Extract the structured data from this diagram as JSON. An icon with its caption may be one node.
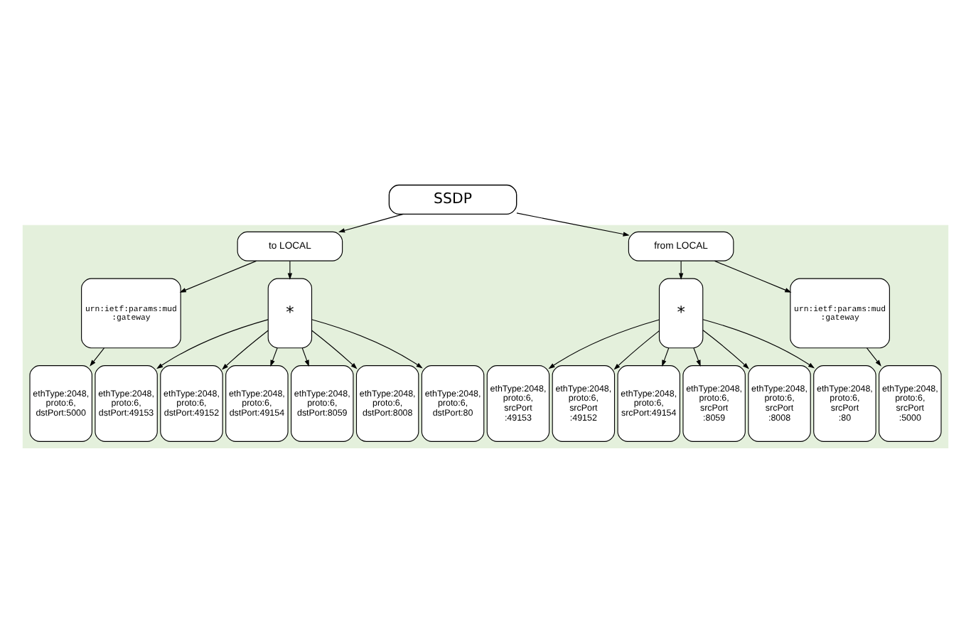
{
  "diagram": {
    "nodes": [
      {
        "text": [
          "SSDP"
        ]
      },
      {
        "text": [],
        "shape": "box"
      },
      {
        "text": [
          "to LOCAL"
        ],
        "in": 1
      },
      {
        "text": [
          "from LOCAL"
        ],
        "in": 1
      },
      {
        "text": [
          "urn:ietf:params:mud :gateway"
        ],
        "in": 1
      },
      {
        "text": [
          "*"
        ],
        "in": 1
      },
      {
        "text": [
          "*"
        ],
        "in": 1
      },
      {
        "text": [
          "urn:ietf:params:mud :gateway"
        ],
        "in": 1
      },
      {
        "text": [
          "ethType:2048, proto:6, dstPort:5000"
        ],
        "in": 1
      },
      {
        "text": [
          "ethType:2048, proto:6, dstPort:49153"
        ],
        "in": 1
      },
      {
        "text": [
          "ethType:2048, proto:6, dstPort:49152"
        ],
        "in": 1
      },
      {
        "text": [
          "ethType:2048, proto:6, dstPort:49154"
        ],
        "in": 1
      },
      {
        "text": [
          "ethType:2048, proto:6, dstPort:8059"
        ],
        "in": 1
      },
      {
        "text": [
          "ethType:2048, proto:6, dstPort:8008"
        ],
        "in": 1
      },
      {
        "text": [
          "ethType:2048, proto:6, dstPort:80"
        ],
        "in": 1
      },
      {
        "text": [
          "ethType:2048, proto:6, srcPort :49153"
        ],
        "in": 1
      },
      {
        "text": [
          "ethType:2048, proto:6, srcPort :49152"
        ],
        "in": 1
      },
      {
        "text": [
          "ethType:2048, proto:6, srcPort:49154"
        ],
        "in": 1
      },
      {
        "text": [
          "ethType:2048, proto:6, srcPort :8059"
        ],
        "in": 1
      },
      {
        "text": [
          "ethType:2048, proto:6, srcPort :8008"
        ],
        "in": 1
      },
      {
        "text": [
          "ethType:2048, proto:6, srcPort :80"
        ],
        "in": 1
      },
      {
        "text": [
          "ethType:2048, proto:6, srcPort :5000"
        ],
        "in": 1
      }
    ],
    "edges": [
      {
        "from": 0,
        "to": 2,
        "arrow": "to"
      },
      {
        "from": 0,
        "to": 3,
        "arrow": "to"
      },
      {
        "from": 2,
        "to": 4,
        "arrow": "to"
      },
      {
        "from": 2,
        "to": 5,
        "arrow": "to"
      },
      {
        "from": 3,
        "to": 6,
        "arrow": "to"
      },
      {
        "from": 3,
        "to": 7,
        "arrow": "to"
      },
      {
        "from": 4,
        "to": 8,
        "arrow": "to"
      },
      {
        "from": 5,
        "to": 9,
        "arrow": "to"
      },
      {
        "from": 5,
        "to": 10,
        "arrow": "to"
      },
      {
        "from": 5,
        "to": 11,
        "arrow": "to"
      },
      {
        "from": 5,
        "to": 12,
        "arrow": "to"
      },
      {
        "from": 5,
        "to": 13,
        "arrow": "to"
      },
      {
        "from": 5,
        "to": 14,
        "arrow": "to"
      },
      {
        "from": 6,
        "to": 15,
        "arrow": "to"
      },
      {
        "from": 6,
        "to": 16,
        "arrow": "to"
      },
      {
        "from": 6,
        "to": 17,
        "arrow": "to"
      },
      {
        "from": 6,
        "to": 18,
        "arrow": "to"
      },
      {
        "from": 6,
        "to": 19,
        "arrow": "to"
      },
      {
        "from": 6,
        "to": 20,
        "arrow": "to"
      },
      {
        "from": 7,
        "to": 21,
        "arrow": "to"
      }
    ]
  }
}
